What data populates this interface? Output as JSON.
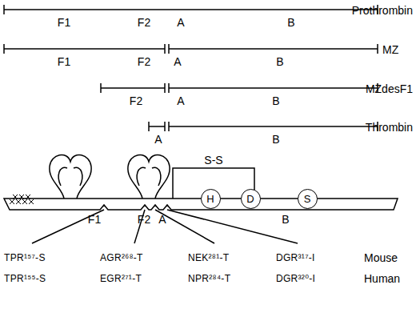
{
  "diagram": {
    "nodes": [
      {
        "text": [
          "H"
        ]
      },
      {
        "text": [
          "D"
        ]
      },
      {
        "text": [
          "S"
        ]
      }
    ],
    "labels": [
      "Prothrombin",
      "MZ",
      "MZdesF1",
      "Thrombin",
      "F1",
      "F2",
      "A",
      "B",
      "F1",
      "F2",
      "A",
      "B",
      "F2",
      "A",
      "B",
      "A",
      "B",
      "S-S",
      "F1",
      "F2",
      "A",
      "B",
      "TPR¹⁵⁷-S",
      "AGR²⁶⁸-T",
      "NEK²⁸¹-T",
      "DGR³¹⁷-I",
      "Mouse",
      "TPR¹⁵⁵-S",
      "EGR²⁷¹-T",
      "NPR²⁸⁴-T",
      "DGR³²⁰-I",
      "Human"
    ]
  }
}
